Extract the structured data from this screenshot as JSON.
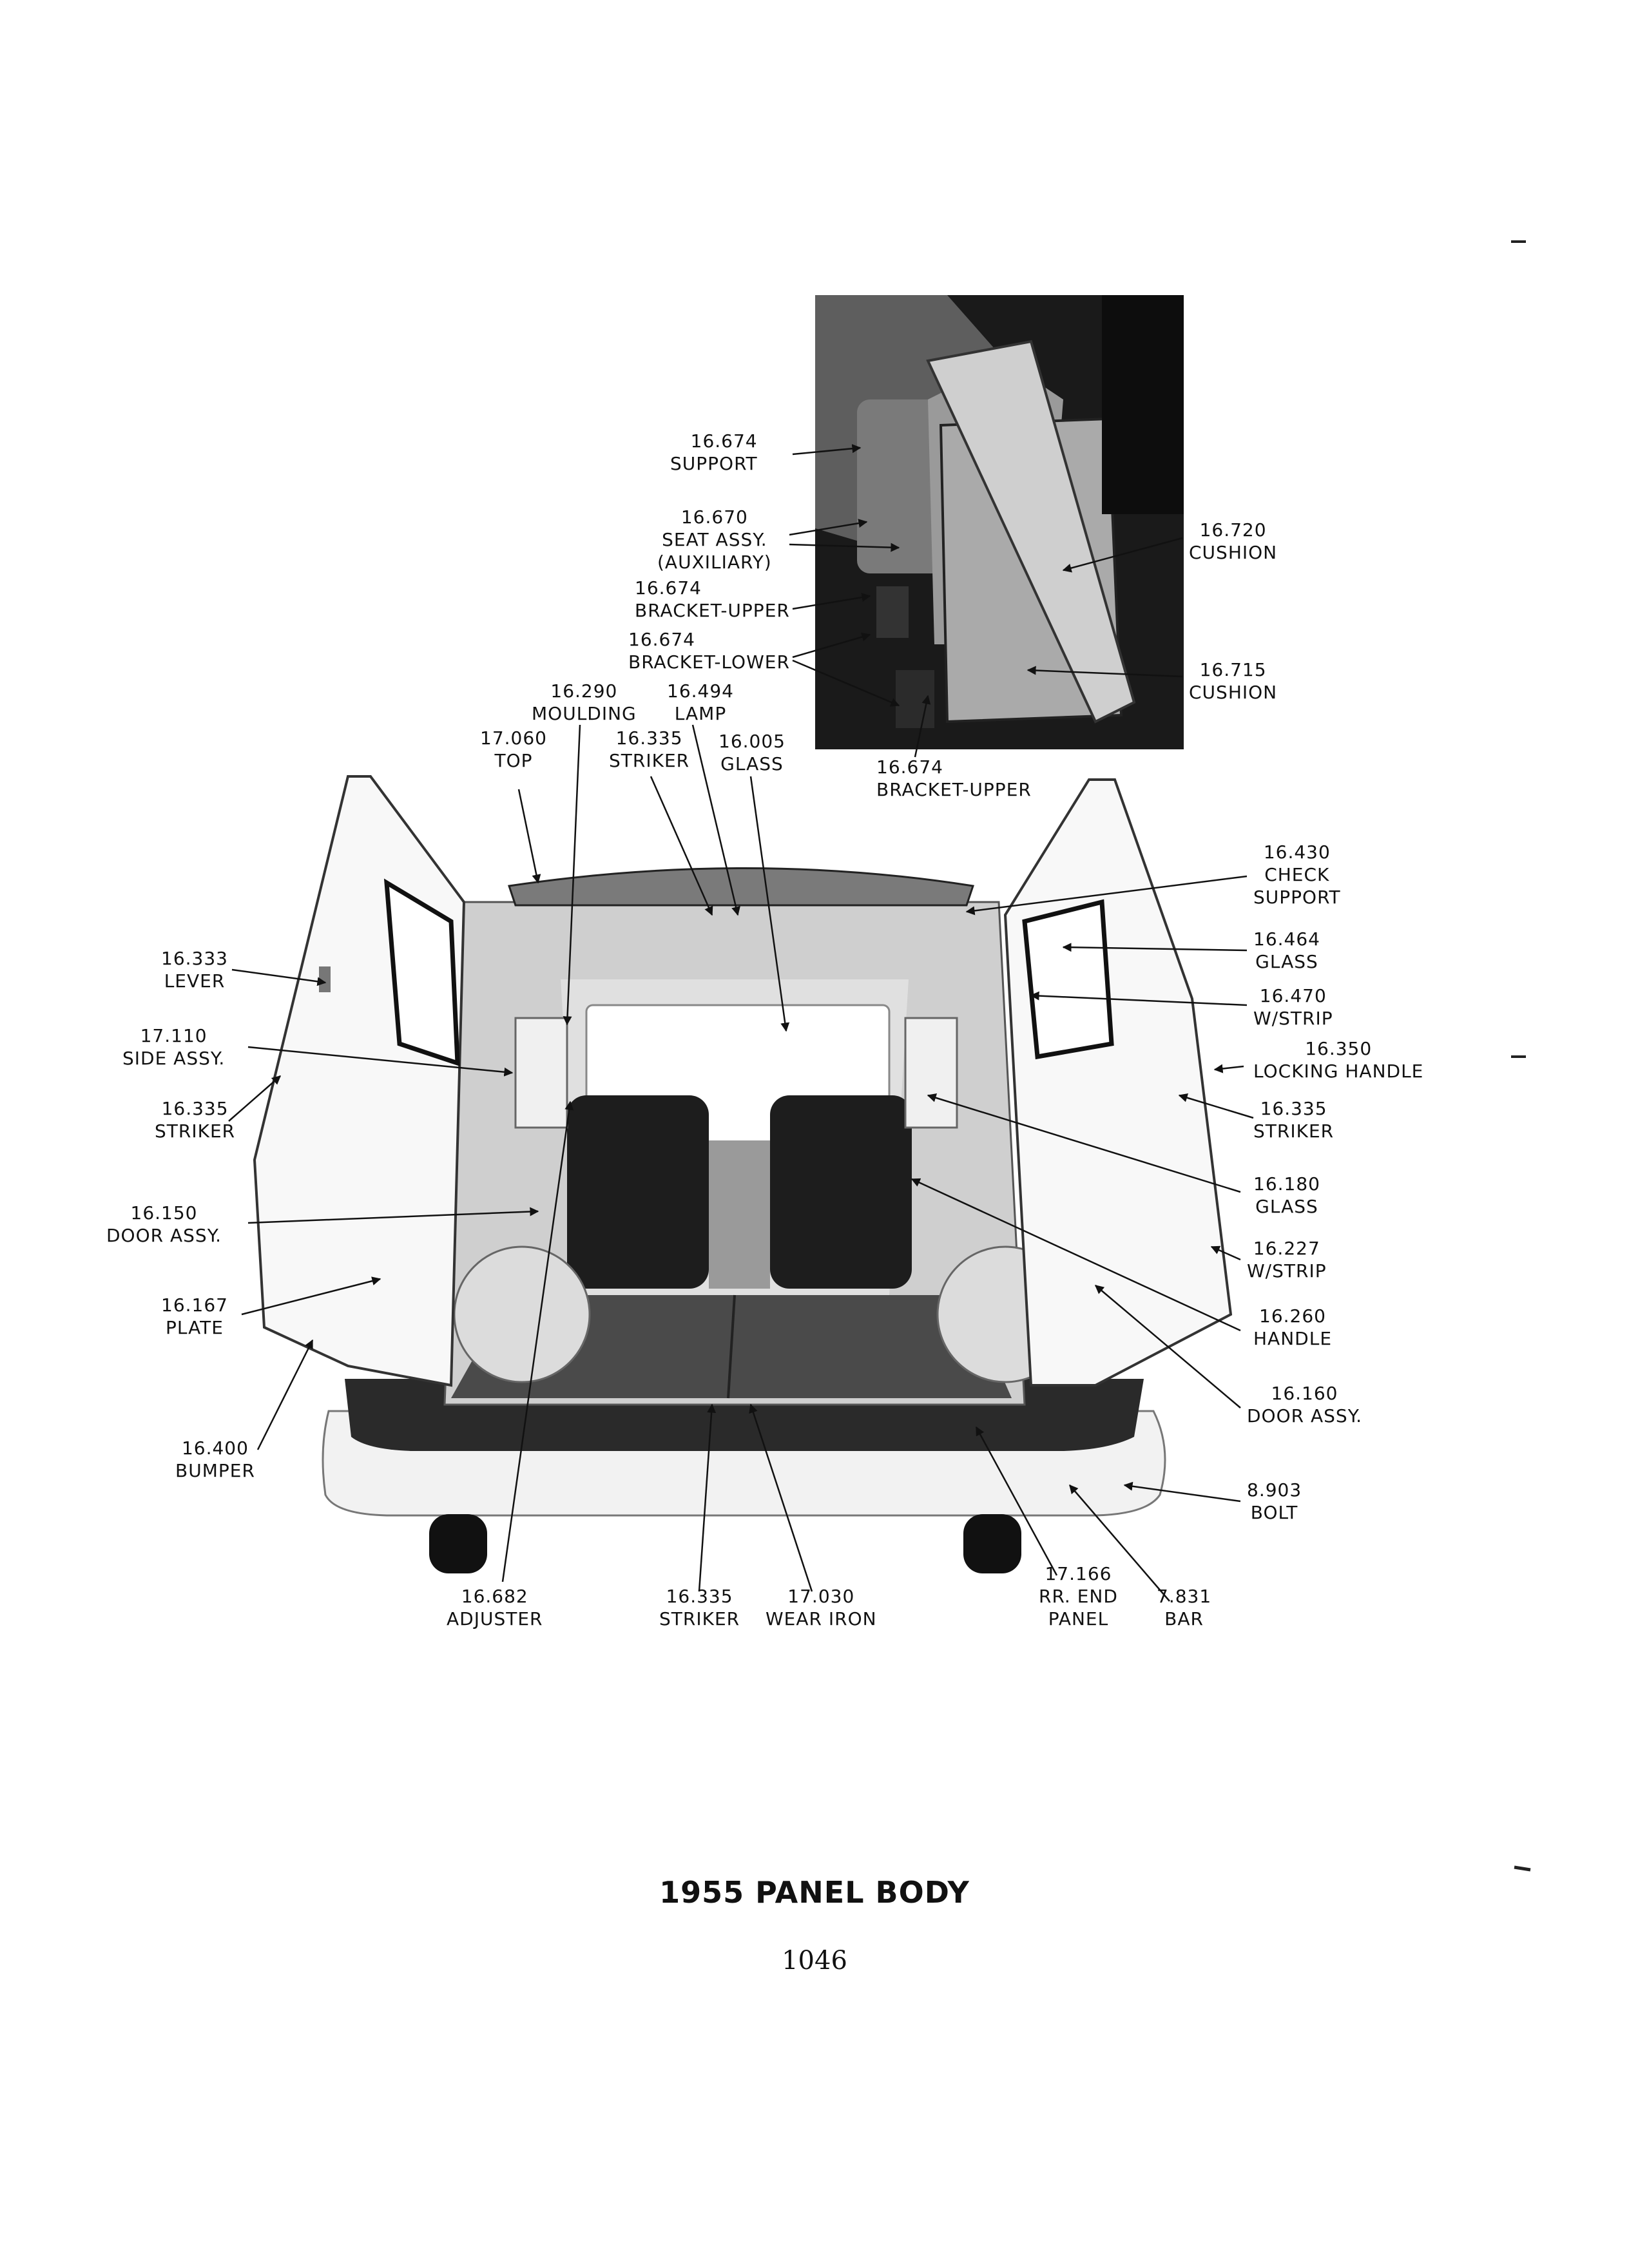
{
  "title": "1955 PANEL BODY",
  "page_number": "1046",
  "labels": {
    "seat_support": "16.674\nSUPPORT",
    "seat_assy": "16.670\nSEAT ASSY.\n(AUXILIARY)",
    "bracket_upper_1": "16.674\nBRACKET-UPPER",
    "bracket_lower": "16.674\nBRACKET-LOWER",
    "cushion_720": "16.720\nCUSHION",
    "cushion_715": "16.715\nCUSHION",
    "bracket_upper_2": "16.674\nBRACKET-UPPER",
    "moulding": "16.290\nMOULDING",
    "lamp": "16.494\nLAMP",
    "top": "17.060\nTOP",
    "striker_top": "16.335\nSTRIKER",
    "glass_005": "16.005\nGLASS",
    "check_support": "16.430\nCHECK\nSUPPORT",
    "glass_464": "16.464\nGLASS",
    "wstrip_470": "16.470\nW/STRIP",
    "locking_handle": "16.350\nLOCKING HANDLE",
    "striker_right": "16.335\nSTRIKER",
    "glass_180": "16.180\nGLASS",
    "wstrip_227": "16.227\nW/STRIP",
    "handle_260": "16.260\nHANDLE",
    "door_assy_160": "16.160\nDOOR ASSY.",
    "bolt": "8.903\nBOLT",
    "lever": "16.333\nLEVER",
    "side_assy": "17.110\nSIDE ASSY.",
    "striker_left": "16.335\nSTRIKER",
    "door_assy_150": "16.150\nDOOR ASSY.",
    "plate": "16.167\nPLATE",
    "bumper": "16.400\nBUMPER",
    "adjuster": "16.682\nADJUSTER",
    "striker_bottom": "16.335\nSTRIKER",
    "wear_iron": "17.030\nWEAR IRON",
    "rr_end_panel": "17.166\nRR. END\nPANEL",
    "bar": "7.831\nBAR"
  }
}
